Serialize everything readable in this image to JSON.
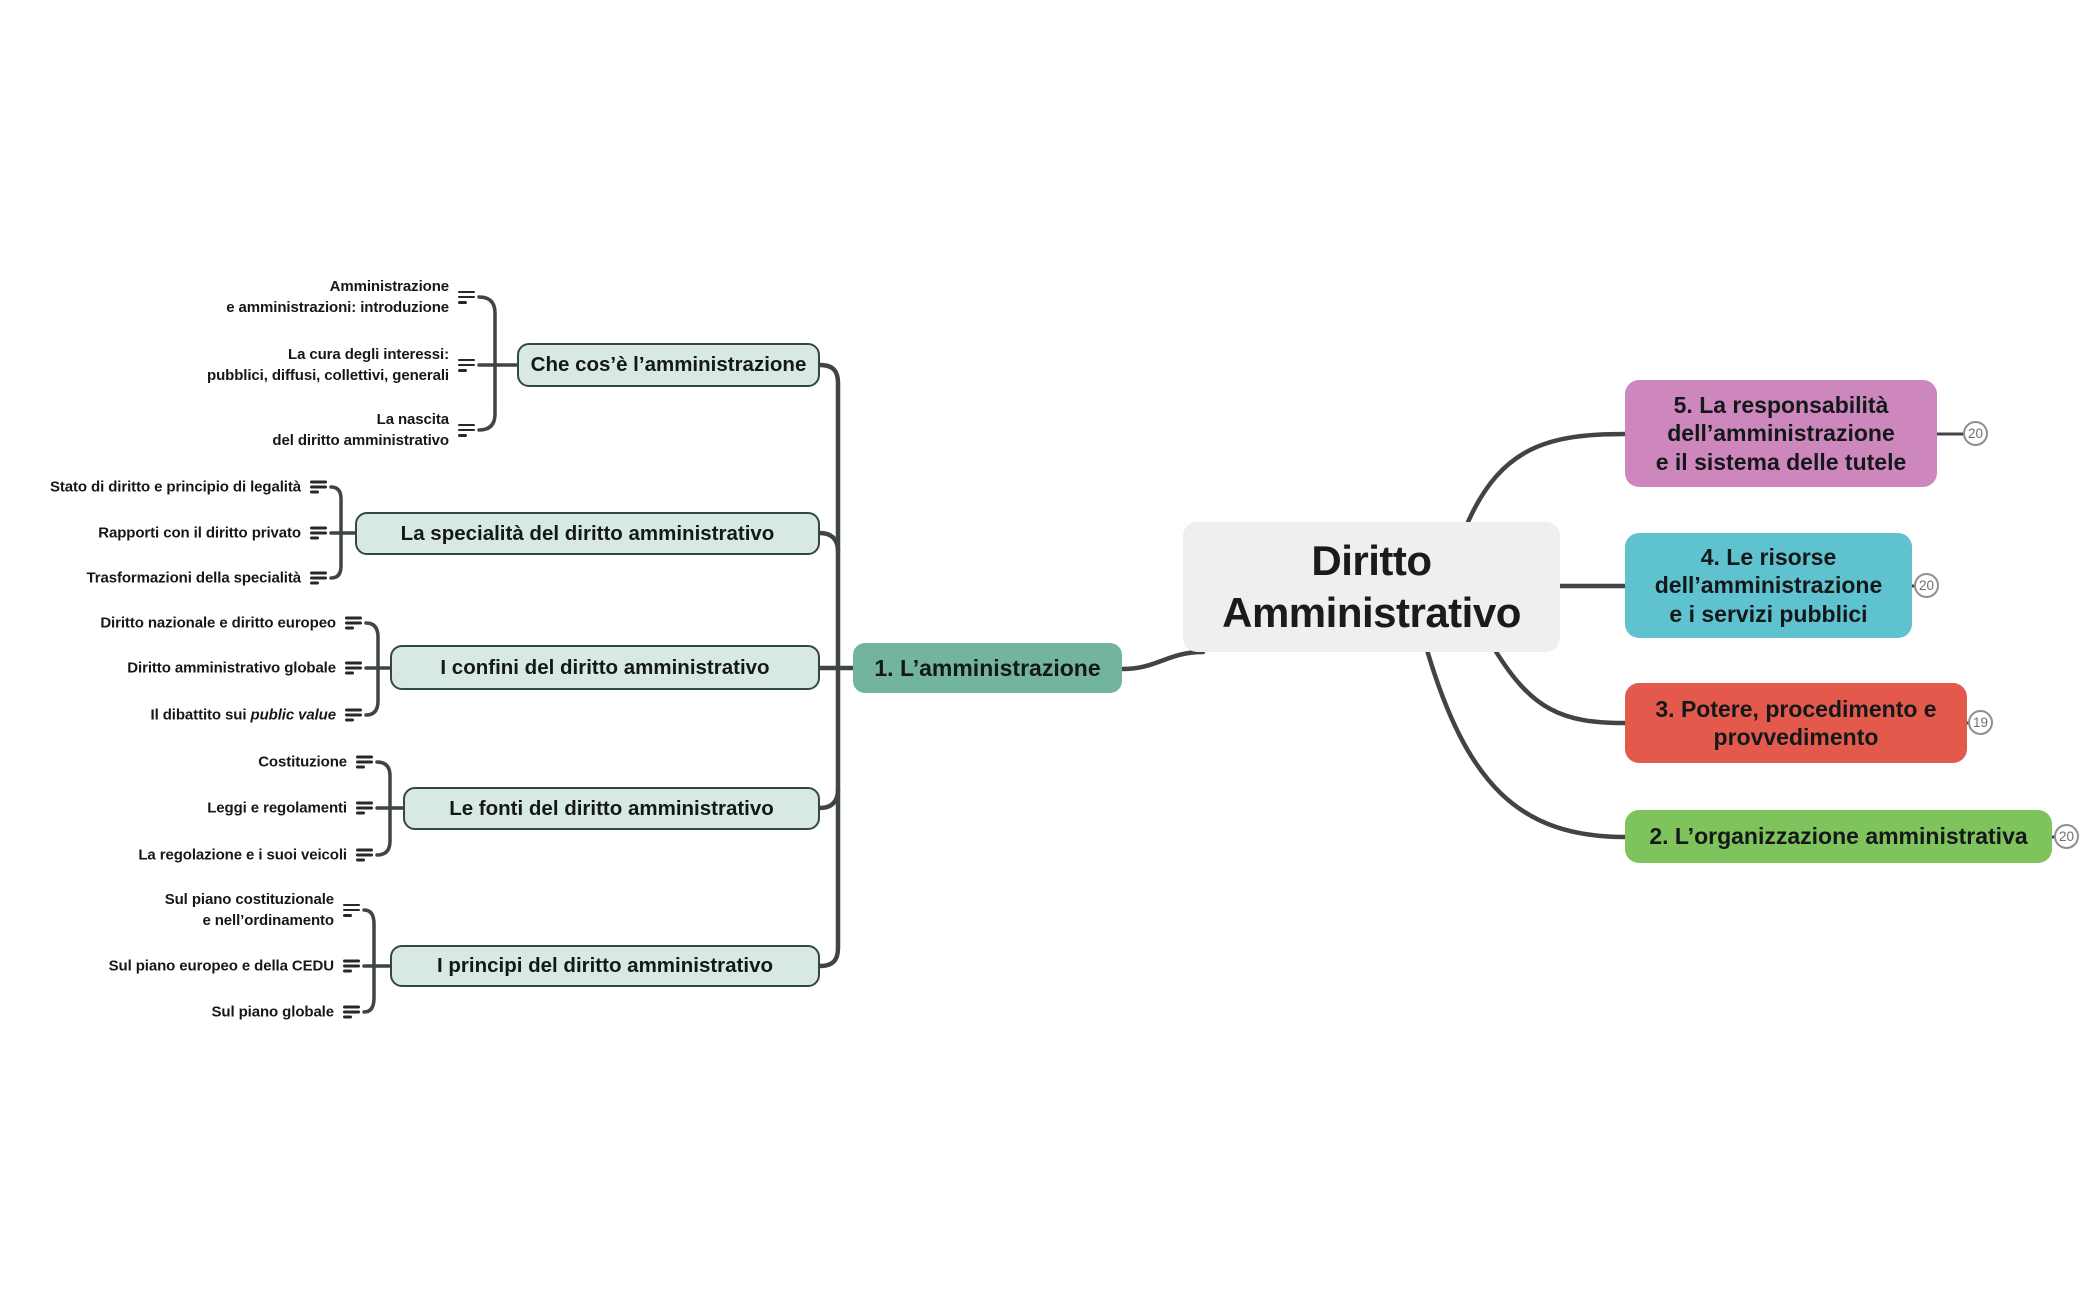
{
  "central": {
    "label": "Diritto\nAmministrativo"
  },
  "root_branch": {
    "label": "1. L’amministrazione"
  },
  "right_branches": [
    {
      "label": "5. La responsabilità\ndell’amministrazione\ne il sistema delle tutele",
      "badge": "20",
      "color": "#cd87bd"
    },
    {
      "label": "4. Le risorse\ndell’amministrazione\ne i servizi pubblici",
      "badge": "20",
      "color": "#5fc2cf"
    },
    {
      "label": "3. Potere, procedimento e\nprovvedimento",
      "badge": "19",
      "color": "#e3594b"
    },
    {
      "label": "2. L’organizzazione amministrativa",
      "badge": "20",
      "color": "#7ec35b"
    }
  ],
  "left_groups": [
    {
      "label": "Che cos’è l’amministrazione",
      "leaves": [
        {
          "text": "Amministrazione\ne amministrazioni: introduzione"
        },
        {
          "text": "La cura degli interessi:\npubblici, diffusi, collettivi, generali"
        },
        {
          "text": "La nascita\ndel diritto amministrativo"
        }
      ]
    },
    {
      "label": "La specialità del diritto amministrativo",
      "leaves": [
        {
          "text": "Stato di diritto e principio di legalità"
        },
        {
          "text": "Rapporti con il diritto privato"
        },
        {
          "text": "Trasformazioni della specialità"
        }
      ]
    },
    {
      "label": "I confini del diritto amministrativo",
      "leaves": [
        {
          "text": "Diritto nazionale e diritto europeo"
        },
        {
          "text": "Diritto amministrativo globale"
        },
        {
          "text": "Il dibattito sui ",
          "em": "public value"
        }
      ]
    },
    {
      "label": "Le fonti del diritto amministrativo",
      "leaves": [
        {
          "text": "Costituzione"
        },
        {
          "text": "Leggi e regolamenti"
        },
        {
          "text": "La regolazione e i suoi veicoli"
        }
      ]
    },
    {
      "label": "I principi del diritto amministrativo",
      "leaves": [
        {
          "text": "Sul piano costituzionale\ne nell’ordinamento"
        },
        {
          "text": "Sul piano europeo e della CEDU"
        },
        {
          "text": "Sul piano globale"
        }
      ]
    }
  ],
  "colors": {
    "central_bg": "#efefef",
    "branch_1": "#73b49d",
    "branch_2": "#7ec35b",
    "branch_3": "#e3594b",
    "branch_4": "#5fc2cf",
    "branch_5": "#cd87bd",
    "subtopic_bg": "#d8e9e1",
    "subtopic_border": "#33493f",
    "connector": "#3f4446",
    "badge_border": "#8f8f8f",
    "badge_text": "#6f6f6f"
  }
}
